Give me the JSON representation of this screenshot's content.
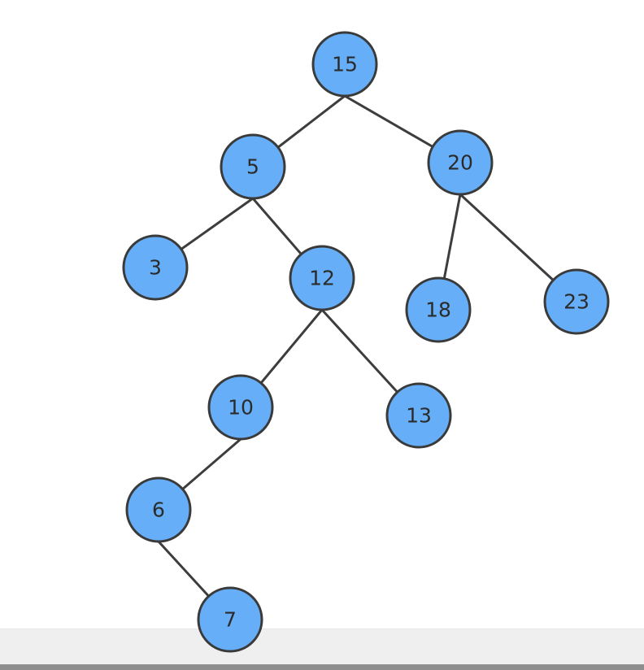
{
  "tree": {
    "node_fill": "#66aff8",
    "node_stroke": "#3a3a3a",
    "edge_color": "#3d3d3d",
    "nodes": [
      {
        "id": "n15",
        "label": "15"
      },
      {
        "id": "n5",
        "label": "5"
      },
      {
        "id": "n20",
        "label": "20"
      },
      {
        "id": "n3",
        "label": "3"
      },
      {
        "id": "n12",
        "label": "12"
      },
      {
        "id": "n18",
        "label": "18"
      },
      {
        "id": "n23",
        "label": "23"
      },
      {
        "id": "n10",
        "label": "10"
      },
      {
        "id": "n13",
        "label": "13"
      },
      {
        "id": "n6",
        "label": "6"
      },
      {
        "id": "n7",
        "label": "7"
      }
    ],
    "edges": [
      {
        "from": "n15",
        "to": "n5"
      },
      {
        "from": "n15",
        "to": "n20"
      },
      {
        "from": "n5",
        "to": "n3"
      },
      {
        "from": "n5",
        "to": "n12"
      },
      {
        "from": "n20",
        "to": "n18"
      },
      {
        "from": "n20",
        "to": "n23"
      },
      {
        "from": "n12",
        "to": "n10"
      },
      {
        "from": "n12",
        "to": "n13"
      },
      {
        "from": "n10",
        "to": "n6"
      },
      {
        "from": "n6",
        "to": "n7"
      }
    ]
  }
}
